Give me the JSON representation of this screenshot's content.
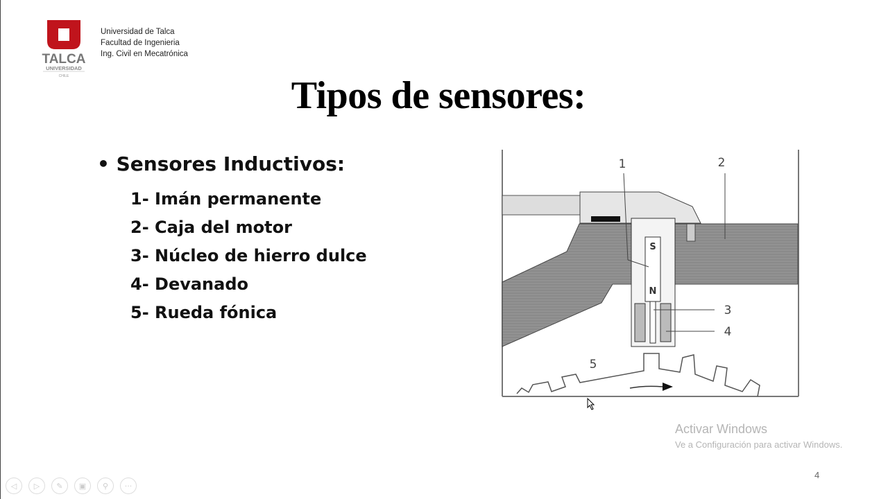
{
  "institution": {
    "logo_text": "TALCA UNIVERSIDAD CHILE",
    "lines": [
      "Universidad de Talca",
      "Facultad de Ingenieria",
      "Ing. Civil en Mecatrónica"
    ],
    "brand_color": "#c0141c"
  },
  "slide": {
    "title": "Tipos de sensores:",
    "bullet": "• Sensores Inductivos:",
    "items": [
      "1- Imán permanente",
      "2- Caja del motor",
      "3- Núcleo de hierro dulce",
      "4- Devanado",
      "5- Rueda fónica"
    ],
    "page_number": "4"
  },
  "diagram": {
    "labels": [
      "1",
      "2",
      "3",
      "4",
      "5"
    ],
    "magnet_poles": [
      "S",
      "N"
    ]
  },
  "watermark": {
    "line1": "Activar Windows",
    "line2": "Ve a Configuración para activar Windows."
  },
  "controls": [
    {
      "icon": "previous-icon",
      "glyph": "◁"
    },
    {
      "icon": "next-icon",
      "glyph": "▷"
    },
    {
      "icon": "pen-icon",
      "glyph": "✎"
    },
    {
      "icon": "slides-grid-icon",
      "glyph": "▣"
    },
    {
      "icon": "zoom-icon",
      "glyph": "⚲"
    },
    {
      "icon": "more-icon",
      "glyph": "···"
    }
  ]
}
